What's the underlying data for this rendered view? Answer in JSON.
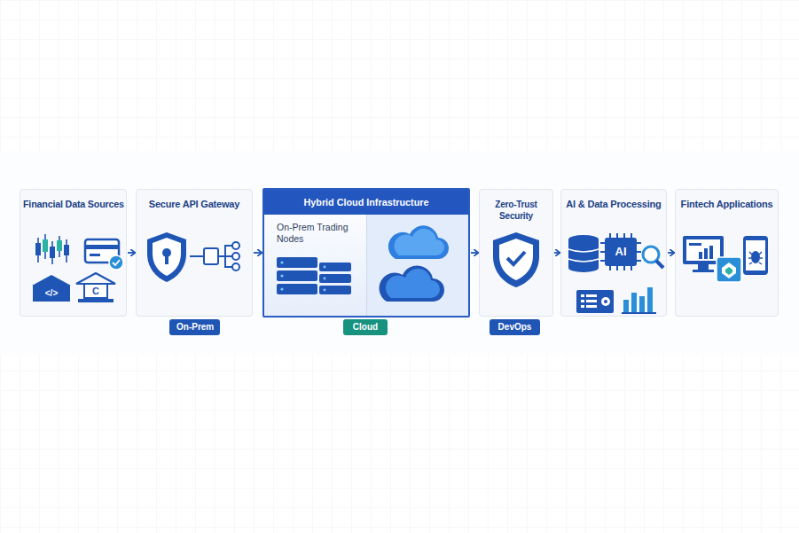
{
  "diagram": {
    "nodes": [
      {
        "text": [
          "Financial Data Sources"
        ]
      },
      {
        "text": [
          "Secure API Gateway"
        ]
      },
      {
        "text": [
          "Hybrid Cloud Infrastructure"
        ]
      },
      {
        "text": [
          "On-Prem Trading Nodes"
        ],
        "in": 2
      },
      {
        "text": [
          "Zero-Trust Security"
        ]
      },
      {
        "text": [
          "AI & Data Processing"
        ]
      },
      {
        "text": [
          "Fintech Applications"
        ]
      },
      {
        "text": [
          "On-Prem"
        ]
      },
      {
        "text": [
          "Cloud"
        ]
      },
      {
        "text": [
          "DevOps"
        ]
      }
    ],
    "edges": [
      {
        "from": 0,
        "to": 1,
        "arrow": "to"
      },
      {
        "from": 1,
        "to": 2,
        "arrow": "to"
      },
      {
        "from": 2,
        "to": 4,
        "arrow": "to"
      },
      {
        "from": 4,
        "to": 5,
        "arrow": "to"
      },
      {
        "from": 5,
        "to": 6,
        "arrow": "to"
      }
    ],
    "labels": [
      "</>",
      "C",
      "AI"
    ]
  }
}
